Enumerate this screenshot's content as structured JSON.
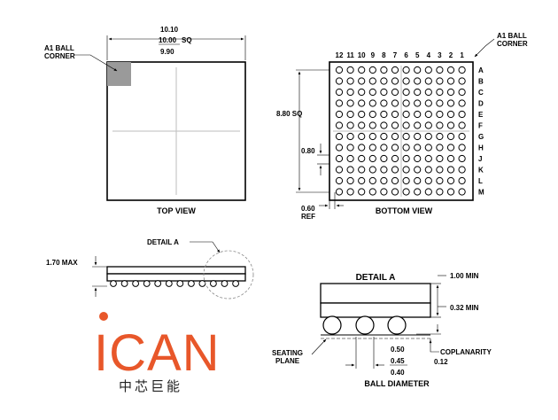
{
  "top_view": {
    "dim_top": "10.10",
    "dim_mid": "10.00",
    "dim_sq": "SQ",
    "dim_bottom": "9.90",
    "a1_corner_line1": "A1 BALL",
    "a1_corner_line2": "CORNER",
    "caption": "TOP VIEW"
  },
  "bottom_view": {
    "a1_corner_line1": "A1 BALL",
    "a1_corner_line2": "CORNER",
    "columns": [
      "12",
      "11",
      "10",
      "9",
      "8",
      "7",
      "6",
      "5",
      "4",
      "3",
      "2",
      "1"
    ],
    "rows": [
      "A",
      "B",
      "C",
      "D",
      "E",
      "F",
      "G",
      "H",
      "J",
      "K",
      "L",
      "M"
    ],
    "dim_sq": "8.80 SQ",
    "dim_pitch": "0.80",
    "dim_ref_line1": "0.60",
    "dim_ref_line2": "REF",
    "caption": "BOTTOM VIEW"
  },
  "side_view": {
    "detail_label": "DETAIL A",
    "max_height": "1.70 MAX"
  },
  "detail_a": {
    "title": "DETAIL A",
    "min_height": "1.00 MIN",
    "min_standoff": "0.32 MIN",
    "seating_line1": "SEATING",
    "seating_line2": "PLANE",
    "dia_top": "0.50",
    "dia_mid": "0.45",
    "dia_bottom": "0.40",
    "coplanarity_label": "COPLANARITY",
    "coplanarity_value": "0.12",
    "caption": "BALL DIAMETER"
  },
  "logo": {
    "word": "ICAN",
    "subtitle": "中芯巨能",
    "color": "#e8572a"
  }
}
